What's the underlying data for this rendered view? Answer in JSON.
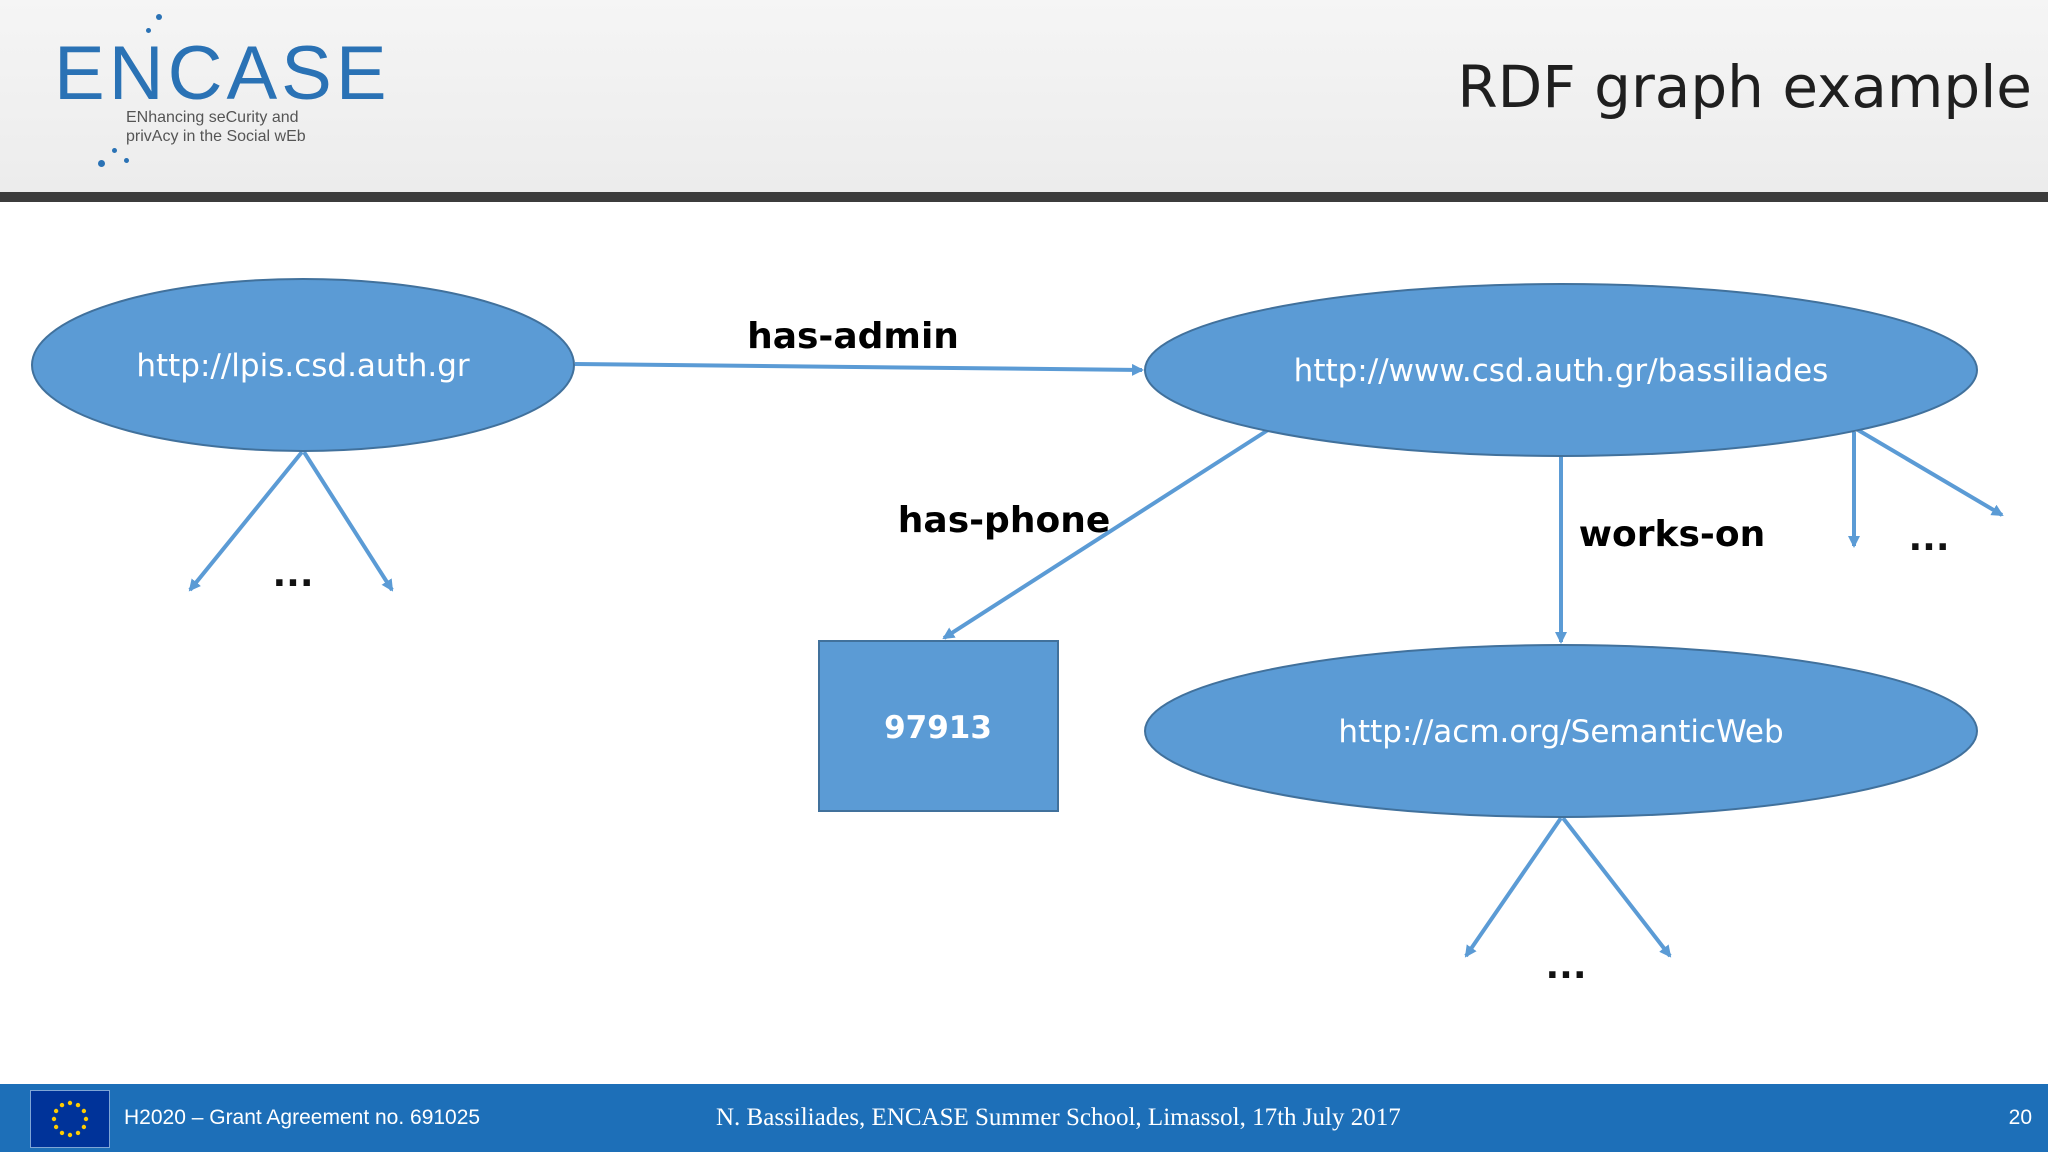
{
  "header": {
    "logo_word": "ENCASE",
    "logo_tagline_1": "ENhancing seCurity and",
    "logo_tagline_2": "privAcy in the Social wEb",
    "title": "RDF graph example"
  },
  "diagram": {
    "nodes": {
      "lpis": "http://lpis.csd.auth.gr",
      "bassiliades": "http://www.csd.auth.gr/bassiliades",
      "semanticweb": "http://acm.org/SemanticWeb",
      "phone_value": "97913"
    },
    "edges": {
      "has_admin": "has-admin",
      "has_phone": "has-phone",
      "works_on": "works-on"
    },
    "ellipsis": "..."
  },
  "footer": {
    "grant": "H2020 – Grant Agreement no. 691025",
    "center": "N. Bassiliades, ENCASE Summer School, Limassol, 17th July 2017",
    "page": "20"
  },
  "colors": {
    "node_fill": "#5b9bd5",
    "node_stroke": "#41719c",
    "footer_bg": "#1d6fb8",
    "logo_blue": "#2a72b5",
    "logo_orange": "#f5a12e"
  }
}
